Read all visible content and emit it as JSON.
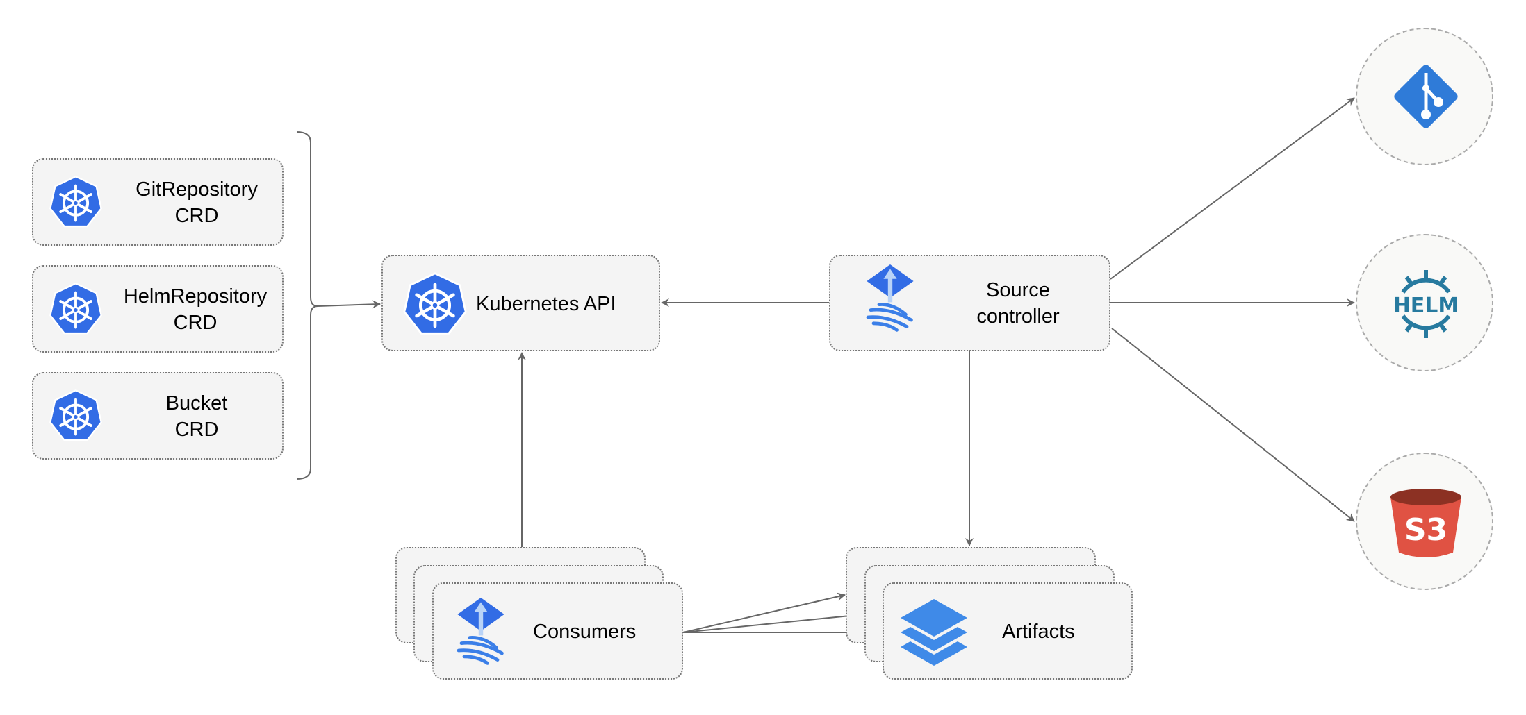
{
  "crds": [
    {
      "line1": "GitRepository",
      "line2": "CRD"
    },
    {
      "line1": "HelmRepository",
      "line2": "CRD"
    },
    {
      "line1": "Bucket",
      "line2": "CRD"
    }
  ],
  "kubernetes_api": {
    "label": "Kubernetes API"
  },
  "source_controller": {
    "line1": "Source",
    "line2": "controller"
  },
  "consumers": {
    "label": "Consumers"
  },
  "artifacts": {
    "label": "Artifacts"
  },
  "sources": {
    "git_icon": "git-icon",
    "helm_text": "HELM",
    "s3_text": "S3"
  },
  "colors": {
    "k8s_blue": "#326ce5",
    "flux_blue": "#3b7fe8",
    "helm_teal": "#277a9f",
    "s3_red": "#e05243",
    "s3_dark": "#8c3123",
    "box_fill": "#f4f4f4",
    "arrow": "#666666"
  }
}
